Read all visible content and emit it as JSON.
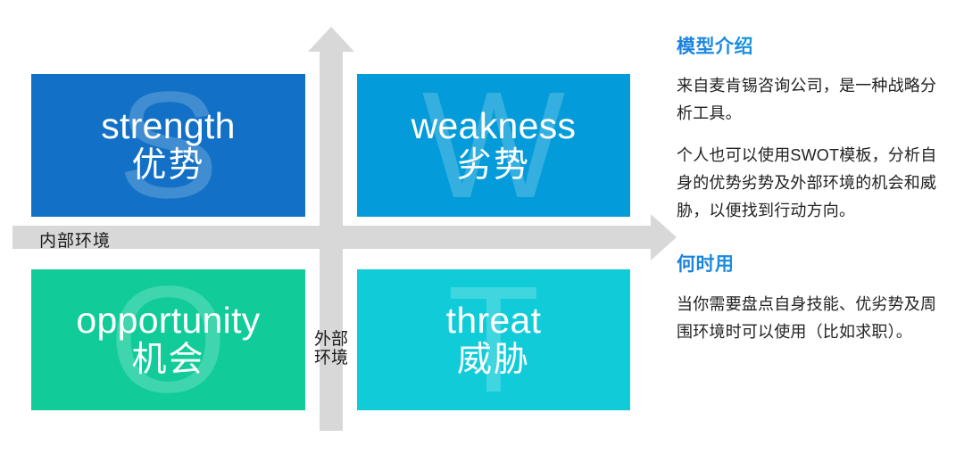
{
  "matrix": {
    "axes": {
      "horizontal_label": "内部环境",
      "vertical_label": "外部环境"
    },
    "quadrants": [
      {
        "key": "strength",
        "watermark": "S",
        "en": "strength",
        "cn": "优势",
        "color": "#1271C6"
      },
      {
        "key": "weakness",
        "watermark": "W",
        "en": "weakness",
        "cn": "劣势",
        "color": "#039BD9"
      },
      {
        "key": "opportunity",
        "watermark": "O",
        "en": "opportunity",
        "cn": "机会",
        "color": "#11CC99"
      },
      {
        "key": "threat",
        "watermark": "T",
        "en": "threat",
        "cn": "威胁",
        "color": "#10CCD9"
      }
    ]
  },
  "info_panel": {
    "heading_intro": "模型介绍",
    "intro_para_1": "来自麦肯锡咨询公司，是一种战略分析工具。",
    "intro_para_2": "个人也可以使用SWOT模板，分析自身的优势劣势及外部环境的机会和威胁，以便找到行动方向。",
    "heading_when": "何时用",
    "when_para_1": "当你需要盘点自身技能、优劣势及周围环境时可以使用（比如求职）。",
    "heading_gradient_from": "#1a7fe0",
    "heading_gradient_to": "#16c7d6"
  }
}
